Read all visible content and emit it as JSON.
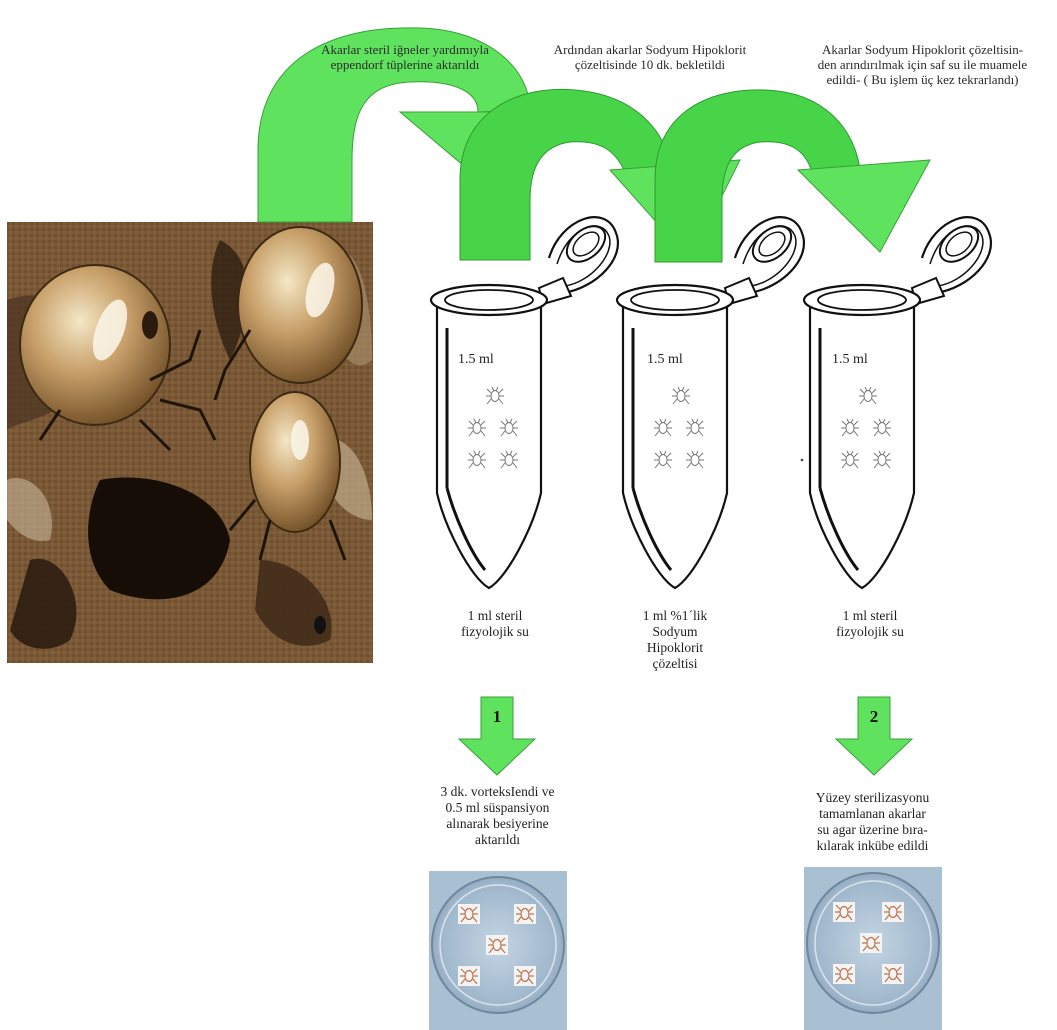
{
  "colors": {
    "arrow_fill": "#5fe35f",
    "arrow_fill_dark": "#3ec93e",
    "arrow_stroke": "#2f8f2f",
    "tube_stroke": "#111111",
    "petri_bg": "#9fb9cf",
    "photo_bg": "#6b4a2a"
  },
  "icons": {
    "mite": "mite-icon",
    "tube": "eppendorf-tube-icon",
    "petri": "petri-dish-icon",
    "photo": "mite-photo-image"
  },
  "steps_top": [
    {
      "lines": [
        "Akarlar steril iğneler yardımıyla",
        "eppendorf tüplerine aktarıldı"
      ]
    },
    {
      "lines": [
        "Ardından akarlar Sodyum Hipoklorit",
        "çözeltisinde 10 dk. bekletildi"
      ]
    },
    {
      "lines": [
        "Akarlar Sodyum Hipoklorit çözeltisin-",
        "den arındırılmak için saf su ile muamele",
        "edildi- ( Bu işlem üç kez tekrarlandı)"
      ]
    }
  ],
  "tubes": [
    {
      "volume": "1.5 ml",
      "content": [
        "1 ml steril",
        "fizyolojik su"
      ]
    },
    {
      "volume": "1.5 ml",
      "content": [
        "1 ml %1´lik",
        "Sodyum",
        "Hipoklorit",
        "çözeltisi"
      ]
    },
    {
      "volume": "1.5 ml",
      "content": [
        "1 ml steril",
        "fizyolojik su"
      ]
    }
  ],
  "down_steps": [
    {
      "number": "1",
      "lines": [
        "3 dk. vorteksIendi ve",
        "0.5 ml süspansiyon",
        "alınarak besiyerine",
        "aktarıldı"
      ]
    },
    {
      "number": "2",
      "lines": [
        "Yüzey sterilizasyonu",
        "tamamlanan akarlar",
        "su agar üzerine bıra-",
        "kılarak inkübe edildi"
      ]
    }
  ]
}
